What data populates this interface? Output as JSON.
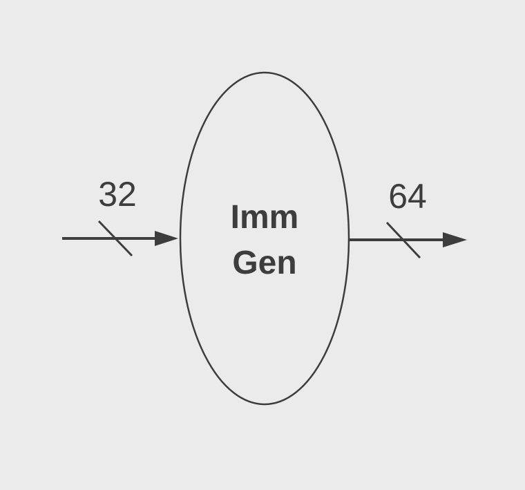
{
  "diagram": {
    "unit": {
      "line1": "Imm",
      "line2": "Gen"
    },
    "input": {
      "bit_width": "32"
    },
    "output": {
      "bit_width": "64"
    }
  },
  "colors": {
    "background": "#ebebeb",
    "stroke": "#3d3d3d"
  }
}
